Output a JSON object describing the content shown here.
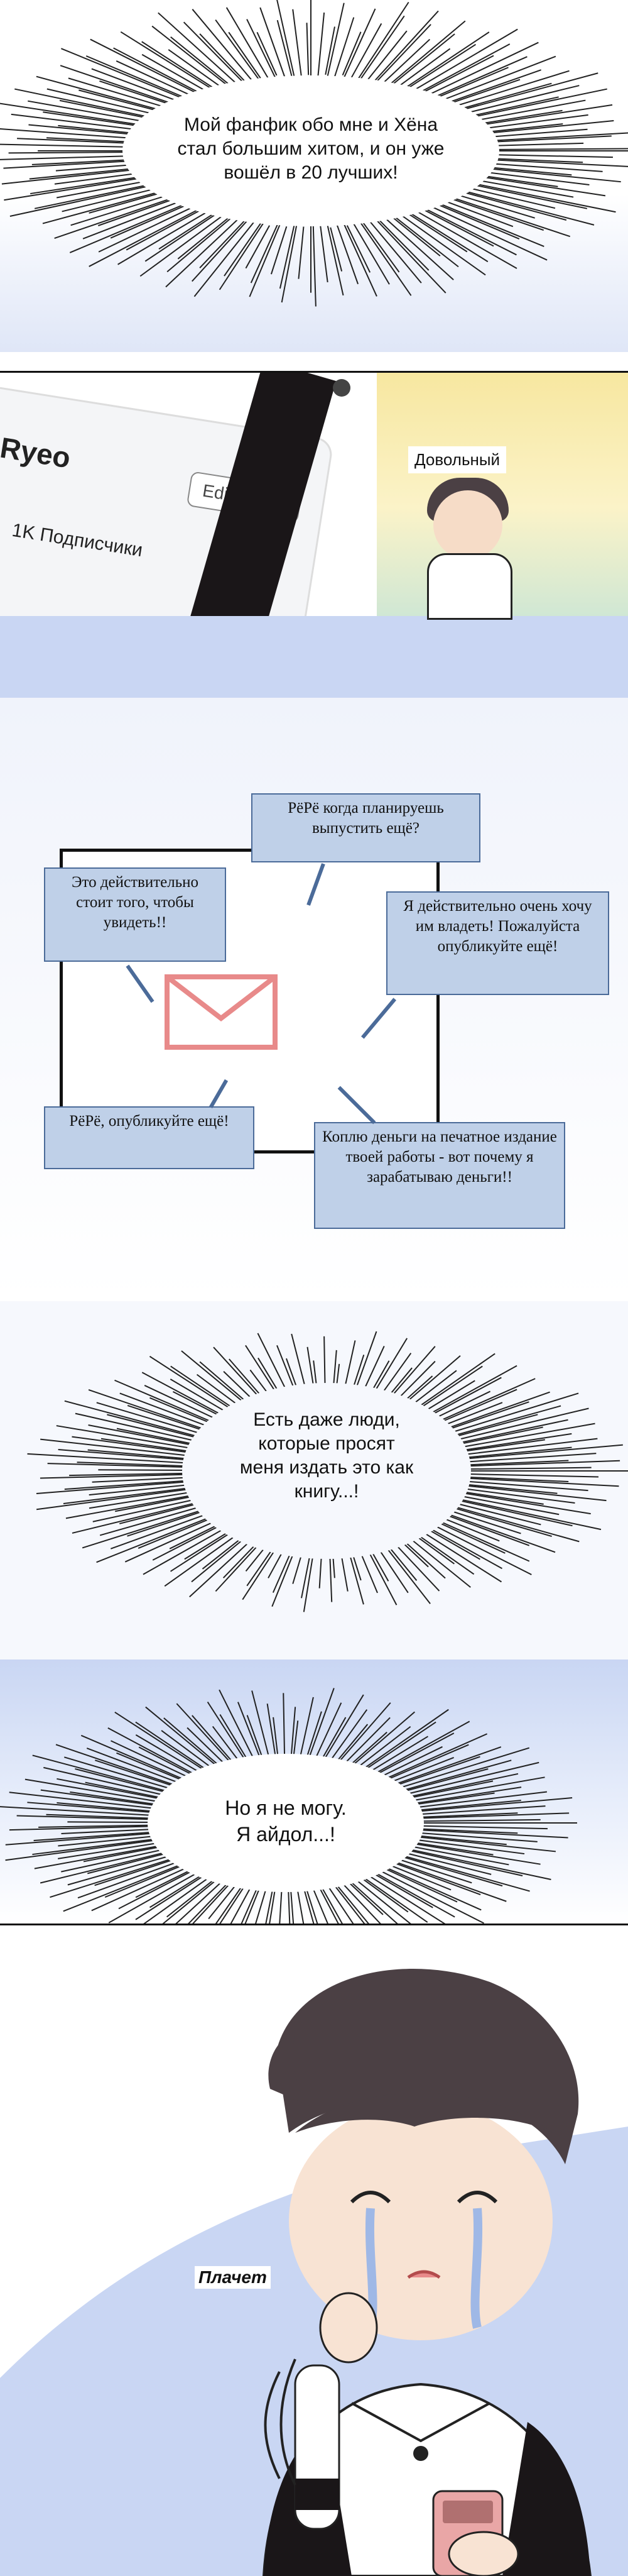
{
  "panel1": {
    "text_lines": [
      "Мой фанфик обо мне и Хёна",
      "стал большим хитом, и он уже",
      "вошёл в 20 лучших!"
    ]
  },
  "panel2": {
    "profile_handle": "Ryeo",
    "edit_profile_label": "Edit Profile",
    "followers_label": "1K Подписчики",
    "satisfied_caption": "Довольный"
  },
  "panel4": {
    "bubbles": {
      "top": "РёРё когда планируешь выпустить ещё?",
      "left": "Это действительно стоит того, чтобы увидеть!!",
      "right": "Я действительно очень хочу им владеть! Пожалуйста опубликуйте ещё!",
      "bottom_left": "РёРё, опубликуйте ещё!",
      "bottom_right": "Коплю деньги на печатное издание твоей работы - вот почему я зарабатываю деньги!!"
    },
    "envelope_color": "#e88a8a"
  },
  "panel5": {
    "text_lines": [
      "Есть даже люди,",
      "которые просят",
      "меня издать это как",
      "книгу...!"
    ]
  },
  "panel6": {
    "text_lines": [
      "Но я не могу.",
      "Я айдол...!"
    ]
  },
  "panel7": {
    "crying_caption": "Плачет"
  },
  "colors": {
    "bubble_fill": "#bfd0e8",
    "bubble_border": "#4b6b99",
    "sky_blue": "#c9d6f3",
    "bg_blue_light": "#f0f3fb"
  }
}
